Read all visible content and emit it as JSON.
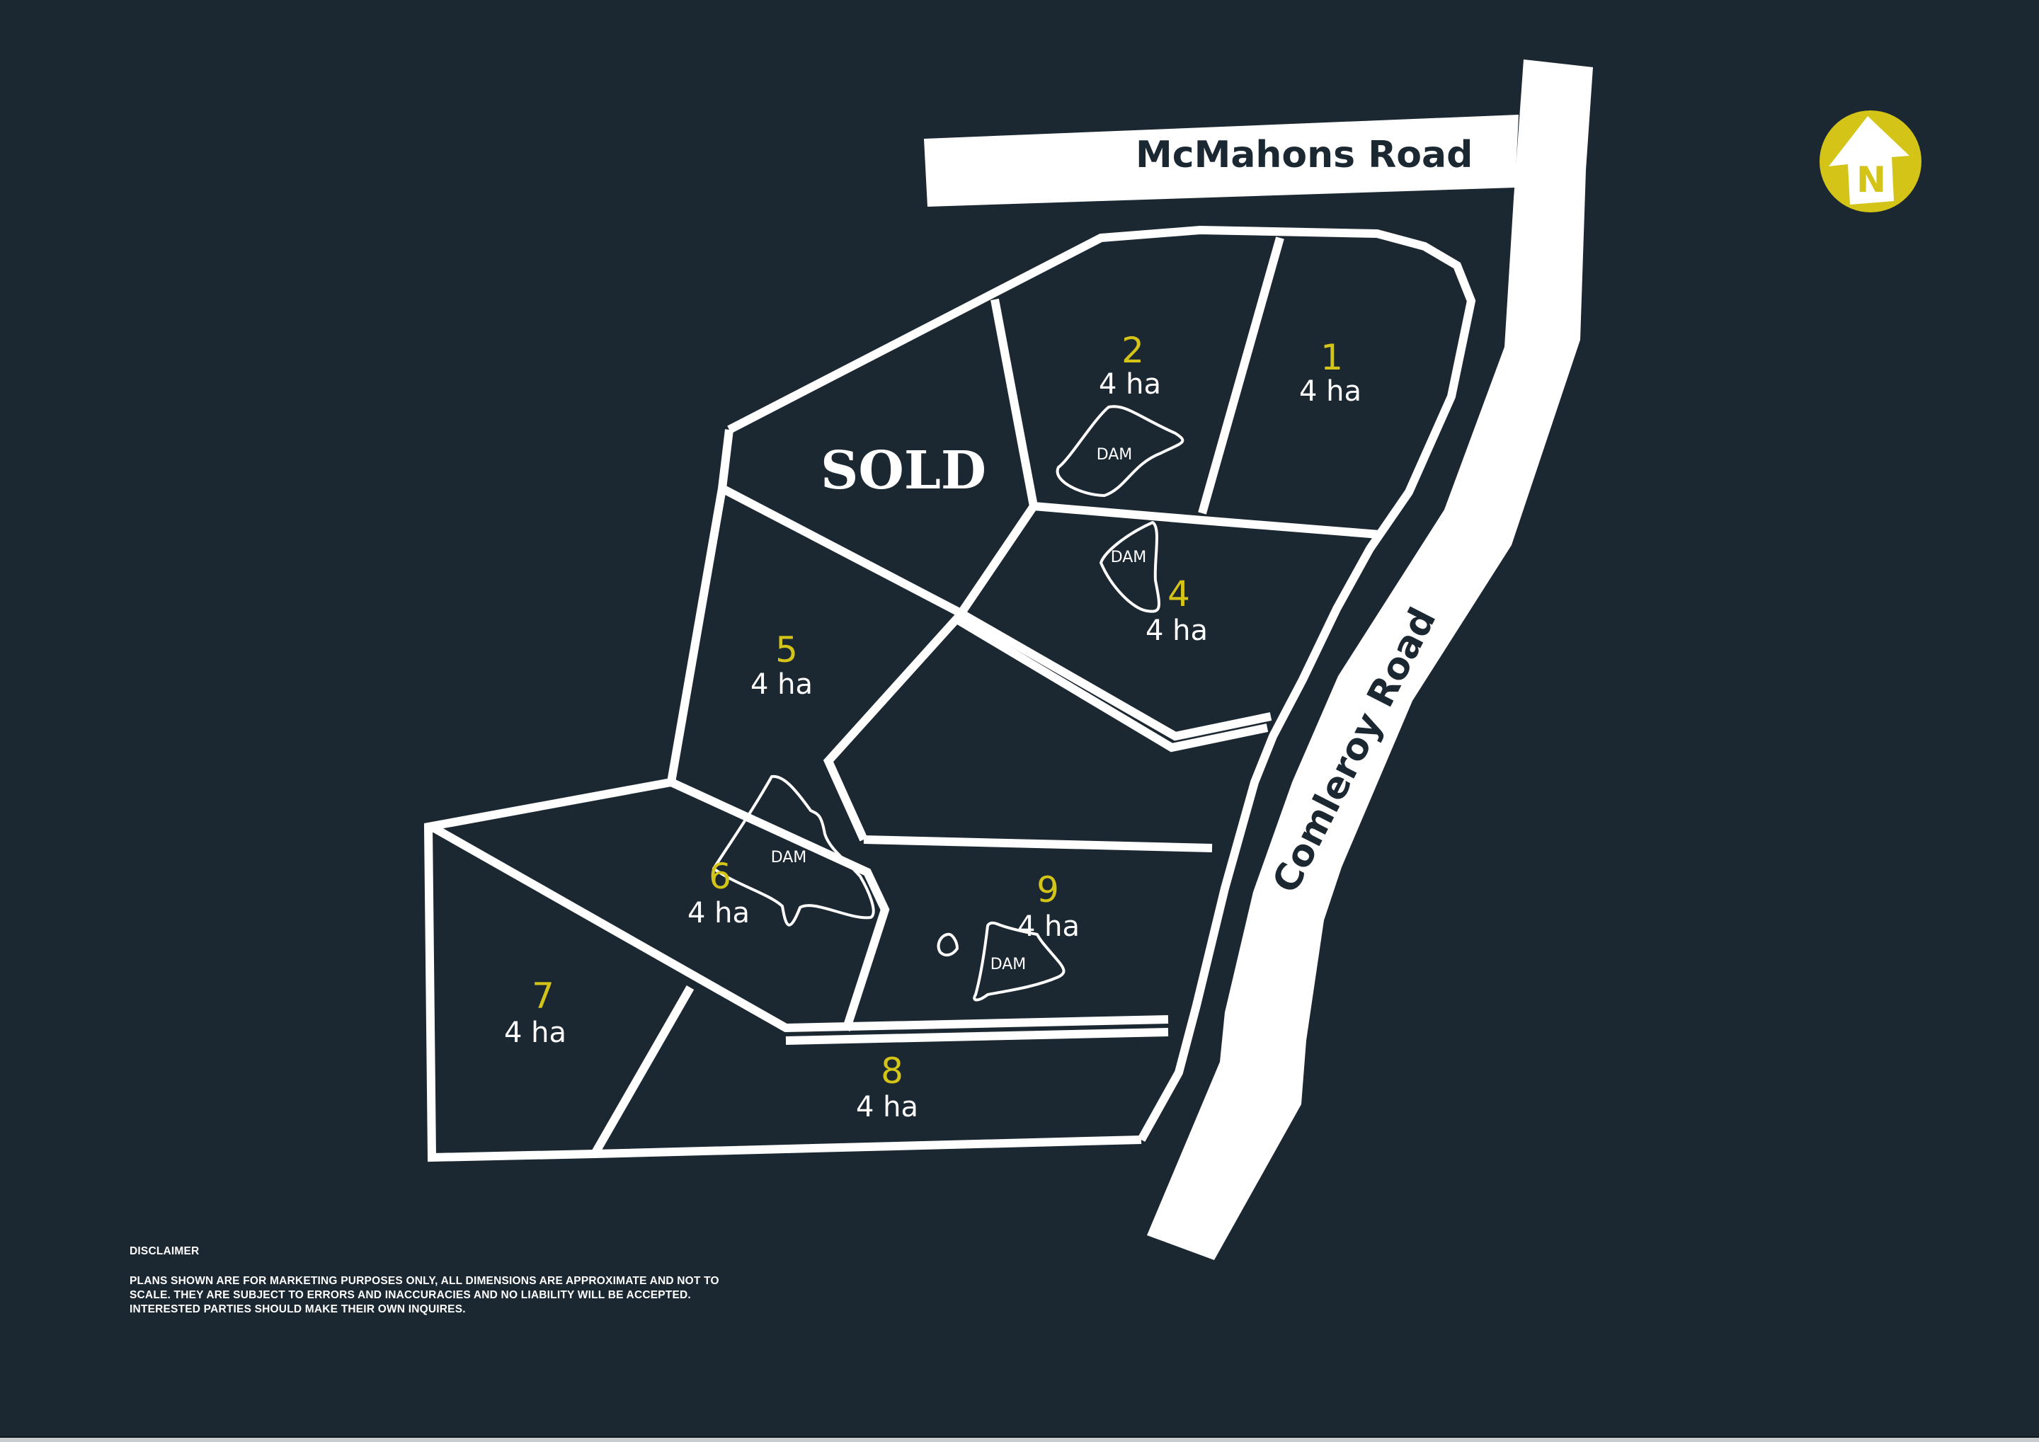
{
  "map": {
    "title": "Subdivision lot plan",
    "background_color": "#1b2831",
    "accent_color": "#d4c418",
    "line_color": "#ffffff",
    "roads": [
      {
        "name": "McMahons Road"
      },
      {
        "name": "Comleroy Road"
      }
    ],
    "north_arrow": {
      "label": "N",
      "color": "#d4c418"
    },
    "sold_label": "SOLD",
    "dam_label": "DAM",
    "lots": [
      {
        "number": "1",
        "area": "4 ha"
      },
      {
        "number": "2",
        "area": "4 ha"
      },
      {
        "number": "4",
        "area": "4 ha"
      },
      {
        "number": "5",
        "area": "4 ha"
      },
      {
        "number": "6",
        "area": "4 ha"
      },
      {
        "number": "7",
        "area": "4 ha"
      },
      {
        "number": "8",
        "area": "4 ha"
      },
      {
        "number": "9",
        "area": "4 ha"
      }
    ]
  },
  "disclaimer": {
    "title": "DISCLAIMER",
    "body": "PLANS SHOWN ARE FOR MARKETING PURPOSES ONLY, ALL DIMENSIONS ARE APPROXIMATE AND NOT TO SCALE. THEY ARE SUBJECT TO ERRORS AND INACCURACIES AND NO LIABILITY WILL BE ACCEPTED. INTERESTED PARTIES SHOULD MAKE THEIR OWN INQUIRES."
  }
}
